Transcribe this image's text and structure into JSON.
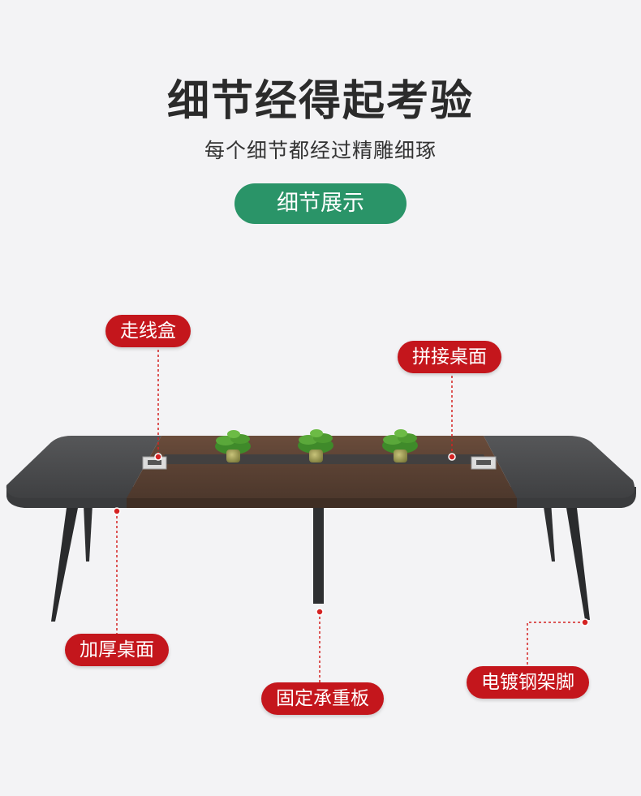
{
  "header": {
    "title": "细节经得起考验",
    "subtitle": "每个细节都经过精雕细琢",
    "badge": "细节展示"
  },
  "callouts": {
    "cable_box": "走线盒",
    "joined_top": "拼接桌面",
    "thick_top": "加厚桌面",
    "fixed_plate": "固定承重板",
    "steel_legs": "电镀钢架脚"
  },
  "colors": {
    "accent_green": "#2a9468",
    "callout_red": "#c4161c",
    "table_gray": "#4a4b4d",
    "wood": "#5e4536"
  }
}
